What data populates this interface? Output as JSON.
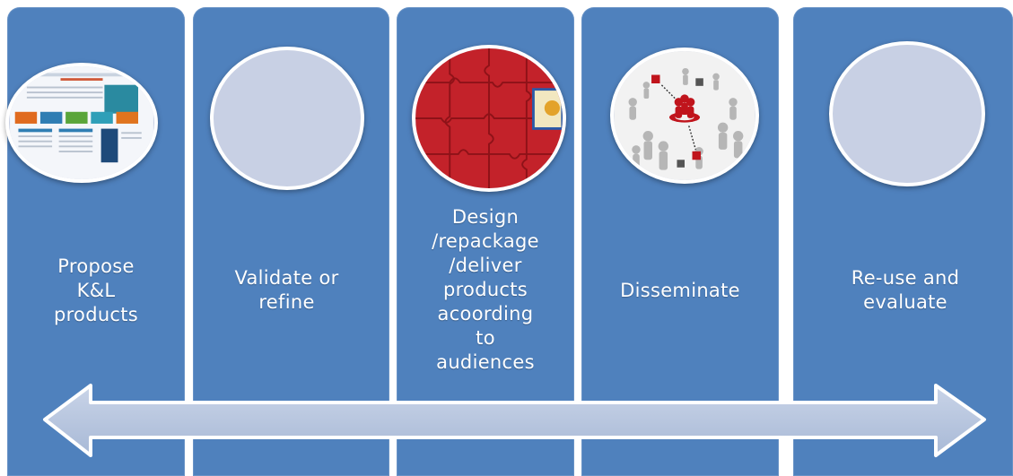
{
  "steps": [
    {
      "label": "Propose\nK&L\nproducts",
      "image": "website-screenshot-thumbnail"
    },
    {
      "label": "Validate or\nrefine",
      "image": "empty-placeholder"
    },
    {
      "label": "Design\n/repackage\n/deliver\nproducts\nacoording\nto\naudiences",
      "image": "red-puzzle-pieces"
    },
    {
      "label": "Disseminate",
      "image": "network-of-people-figures"
    },
    {
      "label": "Re-use and\nevaluate",
      "image": "empty-placeholder"
    }
  ],
  "colors": {
    "column": "#4f81bd",
    "placeholder_circle": "#c8d0e4",
    "arrow_fill": "#b4c3dd",
    "label_text": "#ffffff"
  }
}
